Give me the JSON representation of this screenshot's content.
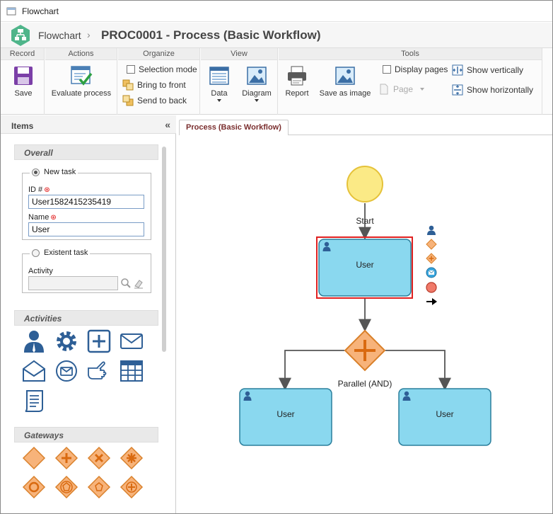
{
  "window": {
    "title": "Flowchart"
  },
  "header": {
    "breadcrumb": "Flowchart",
    "separator": "›",
    "process_title": "PROC0001 - Process (Basic Workflow)"
  },
  "ribbon": {
    "groups": {
      "record": "Record",
      "actions": "Actions",
      "organize": "Organize",
      "view": "View",
      "tools": "Tools"
    },
    "save": "Save",
    "evaluate_process": "Evaluate process",
    "selection_mode": "Selection mode",
    "bring_to_front": "Bring to front",
    "send_to_back": "Send to back",
    "data": "Data",
    "diagram": "Diagram",
    "report": "Report",
    "save_as_image": "Save as image",
    "display_pages": "Display pages",
    "page": "Page",
    "show_vertically": "Show vertically",
    "show_horizontally": "Show horizontally"
  },
  "items_panel": {
    "title": "Items",
    "collapse_glyph": "«",
    "overall": {
      "title": "Overall",
      "new_task_label": "New task",
      "id_label": "ID #",
      "id_value": "User1582415235419",
      "name_label": "Name",
      "name_value": "User",
      "existent_task_label": "Existent task",
      "activity_label": "Activity",
      "activity_value": ""
    },
    "activities_title": "Activities",
    "gateways_title": "Gateways"
  },
  "canvas": {
    "tab_label": "Process (Basic Workflow)",
    "start_label": "Start",
    "task_top_label": "User",
    "gateway_label": "Parallel (AND)",
    "task_left_label": "User",
    "task_right_label": "User"
  },
  "colors": {
    "task_fill": "#8ad8ef",
    "task_stroke": "#2b7f9c",
    "gateway_fill": "#f7b37a",
    "gateway_stroke": "#d9802a",
    "start_fill": "#fbea86",
    "start_stroke": "#e5c23a",
    "selection": "#e02020"
  }
}
